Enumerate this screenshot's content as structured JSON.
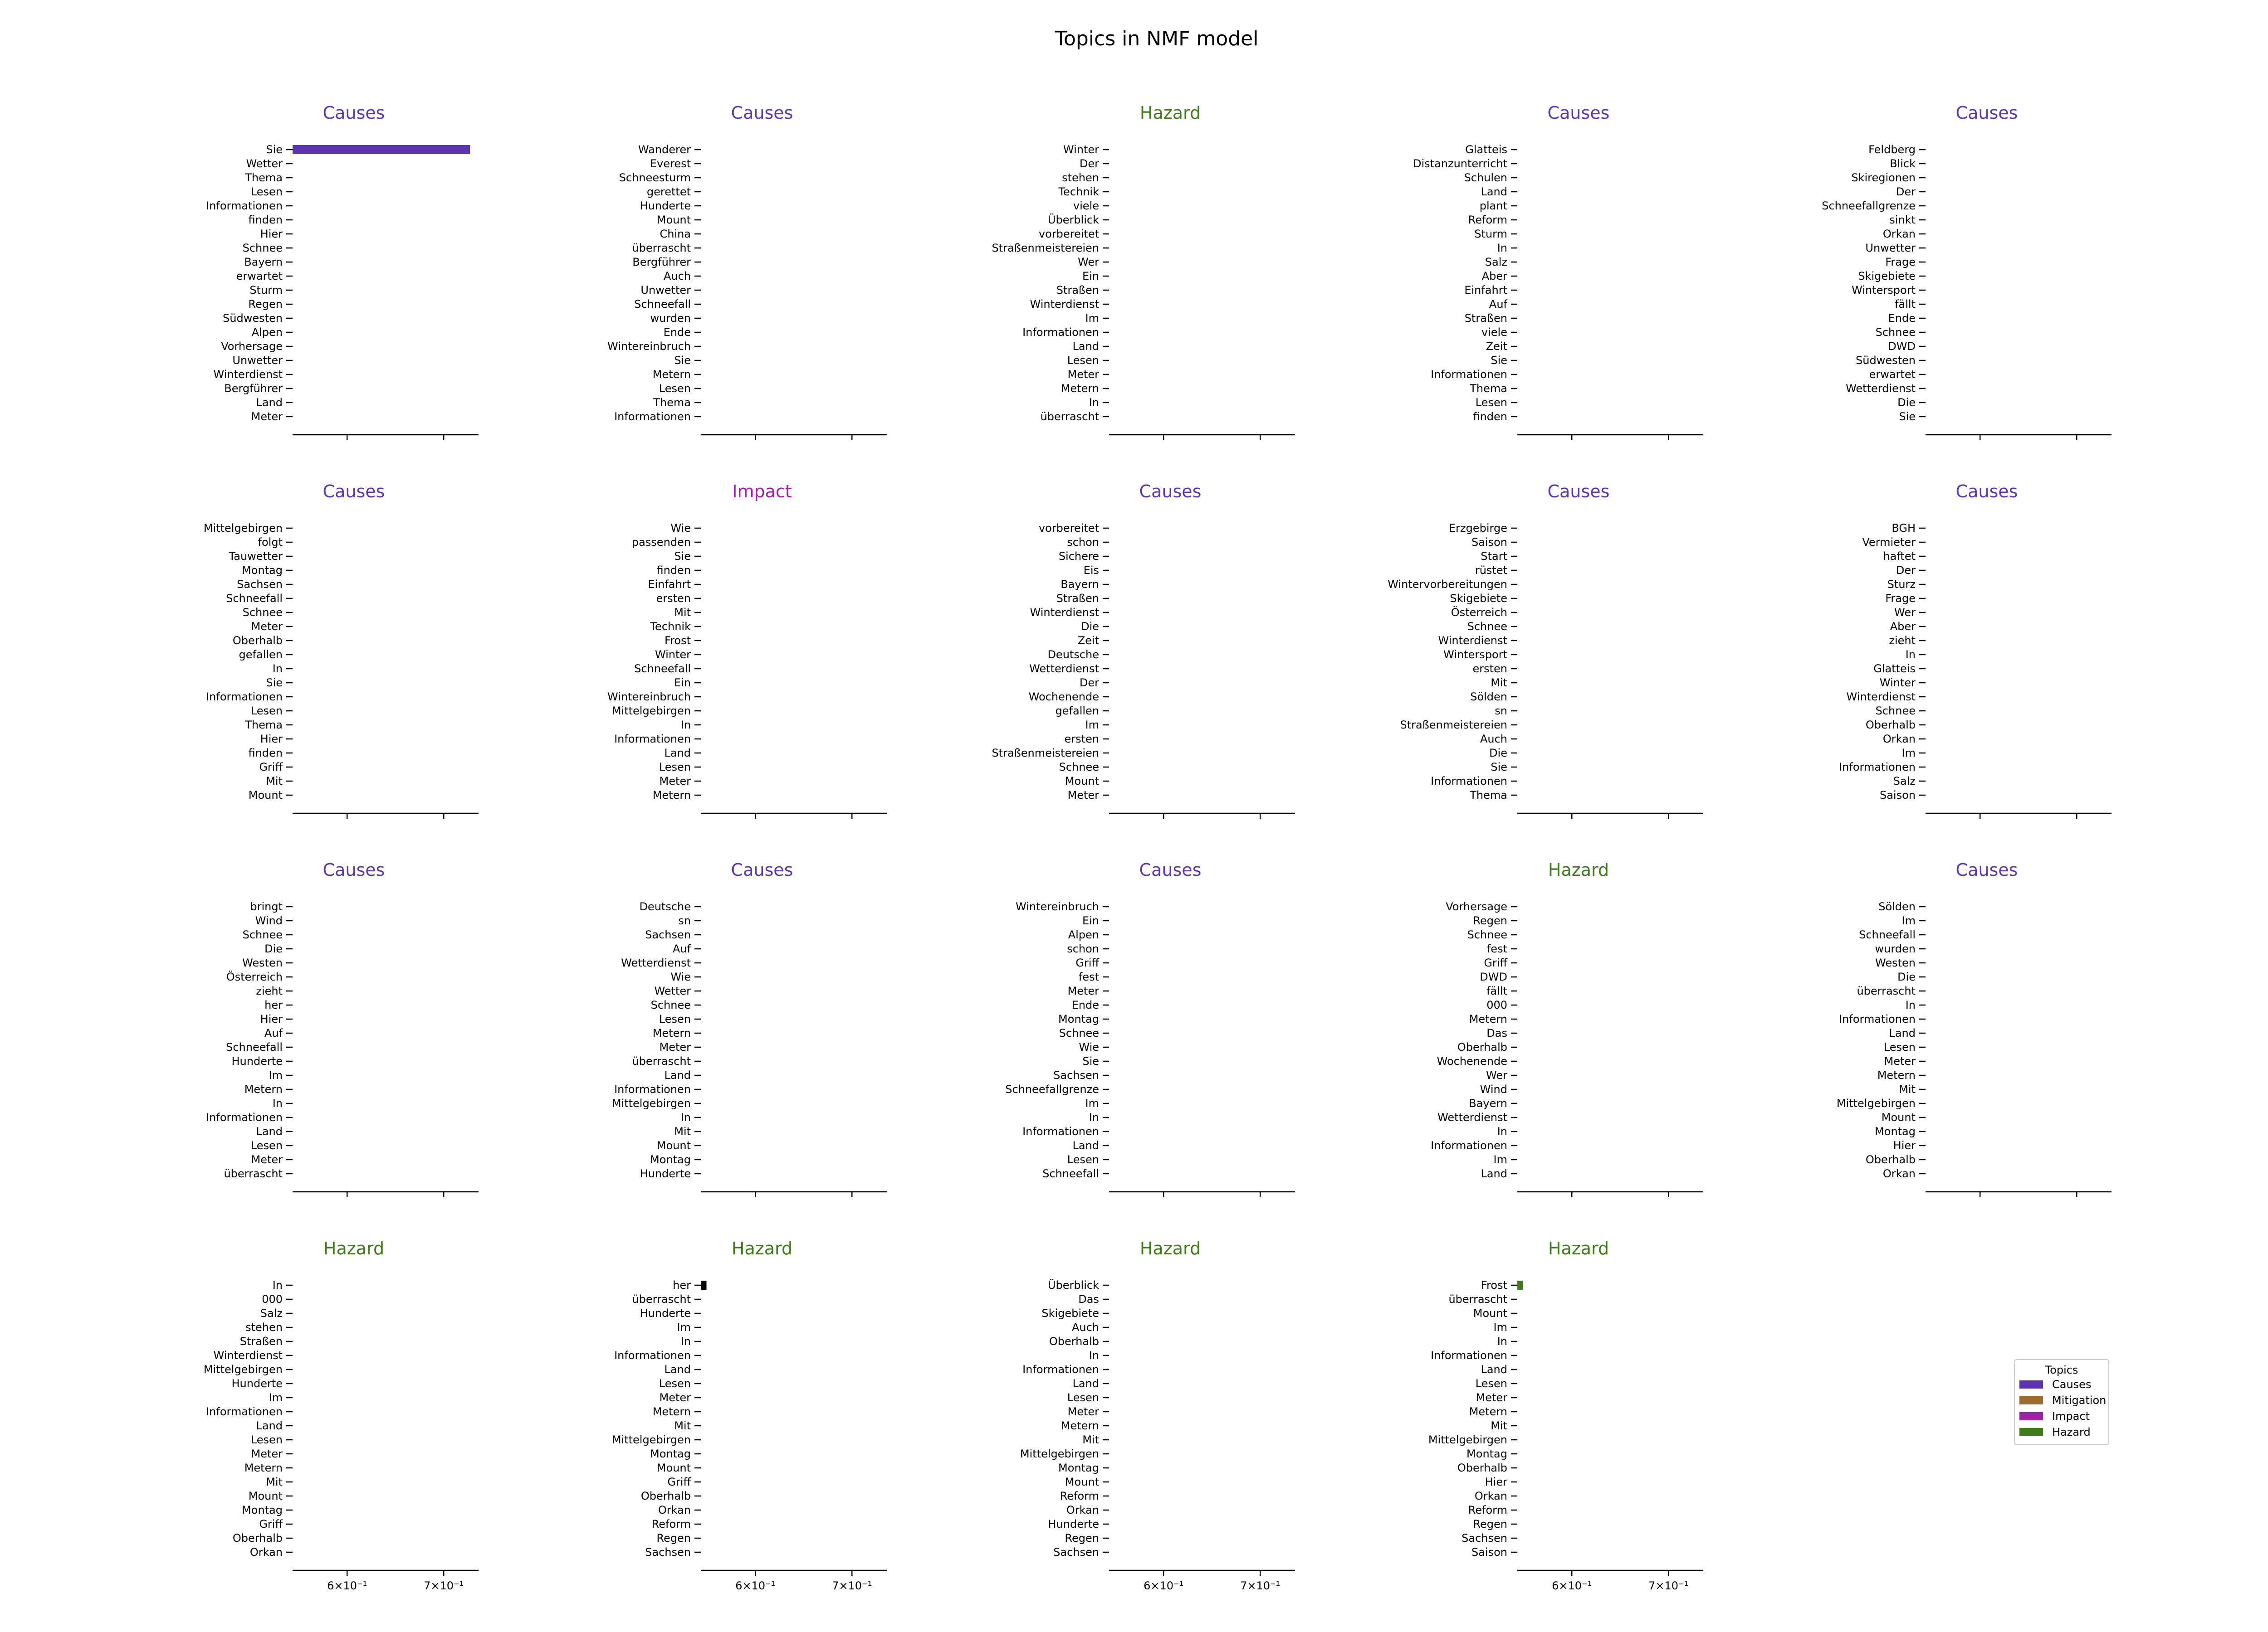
{
  "figure_title": "Topics in NMF model",
  "colors": {
    "Causes": "#5e35b1",
    "Mitigation": "#9c6b30",
    "Impact": "#a020a8",
    "Hazard": "#3f7a1c",
    "marker": "#000000"
  },
  "legend": {
    "title": "Topics",
    "items": [
      {
        "label": "Causes",
        "color": "#5e35b1"
      },
      {
        "label": "Mitigation",
        "color": "#9c6b30"
      },
      {
        "label": "Impact",
        "color": "#a020a8"
      },
      {
        "label": "Hazard",
        "color": "#3f7a1c"
      }
    ]
  },
  "chart_data": [
    {
      "type": "bar",
      "orientation": "horizontal",
      "title": "Causes",
      "category": "Causes",
      "xscale": "log",
      "xlim": [
        0.55,
        0.74
      ],
      "xtick_labels": [
        "6×10⁻¹",
        "7×10⁻¹"
      ],
      "show_xtick_labels": false,
      "categories": [
        "Sie",
        "Wetter",
        "Thema",
        "Lesen",
        "Informationen",
        "finden",
        "Hier",
        "Schnee",
        "Bayern",
        "erwartet",
        "Sturm",
        "Regen",
        "Südwesten",
        "Alpen",
        "Vorhersage",
        "Unwetter",
        "Winterdienst",
        "Bergführer",
        "Land",
        "Meter"
      ],
      "values": [
        0.73
      ],
      "bar_color": "#5e35b1"
    },
    {
      "type": "bar",
      "orientation": "horizontal",
      "title": "Causes",
      "category": "Causes",
      "xscale": "log",
      "xlim": [
        0.55,
        0.74
      ],
      "xtick_labels": [
        "6×10⁻¹",
        "7×10⁻¹"
      ],
      "show_xtick_labels": false,
      "categories": [
        "Wanderer",
        "Everest",
        "Schneesturm",
        "gerettet",
        "Hunderte",
        "Mount",
        "China",
        "überrascht",
        "Bergführer",
        "Auch",
        "Unwetter",
        "Schneefall",
        "wurden",
        "Ende",
        "Wintereinbruch",
        "Sie",
        "Metern",
        "Lesen",
        "Thema",
        "Informationen"
      ],
      "values": [],
      "bar_color": "#5e35b1"
    },
    {
      "type": "bar",
      "orientation": "horizontal",
      "title": "Hazard",
      "category": "Hazard",
      "xscale": "log",
      "xlim": [
        0.55,
        0.74
      ],
      "xtick_labels": [
        "6×10⁻¹",
        "7×10⁻¹"
      ],
      "show_xtick_labels": false,
      "categories": [
        "Winter",
        "Der",
        "stehen",
        "Technik",
        "viele",
        "Überblick",
        "vorbereitet",
        "Straßenmeistereien",
        "Wer",
        "Ein",
        "Straßen",
        "Winterdienst",
        "Im",
        "Informationen",
        "Land",
        "Lesen",
        "Meter",
        "Metern",
        "In",
        "überrascht"
      ],
      "values": [],
      "bar_color": "#3f7a1c"
    },
    {
      "type": "bar",
      "orientation": "horizontal",
      "title": "Causes",
      "category": "Causes",
      "xscale": "log",
      "xlim": [
        0.55,
        0.74
      ],
      "xtick_labels": [
        "6×10⁻¹",
        "7×10⁻¹"
      ],
      "show_xtick_labels": false,
      "categories": [
        "Glatteis",
        "Distanzunterricht",
        "Schulen",
        "Land",
        "plant",
        "Reform",
        "Sturm",
        "In",
        "Salz",
        "Aber",
        "Einfahrt",
        "Auf",
        "Straßen",
        "viele",
        "Zeit",
        "Sie",
        "Informationen",
        "Thema",
        "Lesen",
        "finden"
      ],
      "values": [],
      "bar_color": "#5e35b1"
    },
    {
      "type": "bar",
      "orientation": "horizontal",
      "title": "Causes",
      "category": "Causes",
      "xscale": "log",
      "xlim": [
        0.55,
        0.74
      ],
      "xtick_labels": [
        "6×10⁻¹",
        "7×10⁻¹"
      ],
      "show_xtick_labels": false,
      "categories": [
        "Feldberg",
        "Blick",
        "Skiregionen",
        "Der",
        "Schneefallgrenze",
        "sinkt",
        "Orkan",
        "Unwetter",
        "Frage",
        "Skigebiete",
        "Wintersport",
        "fällt",
        "Ende",
        "Schnee",
        "DWD",
        "Südwesten",
        "erwartet",
        "Wetterdienst",
        "Die",
        "Sie"
      ],
      "values": [],
      "bar_color": "#5e35b1"
    },
    {
      "type": "bar",
      "orientation": "horizontal",
      "title": "Causes",
      "category": "Causes",
      "xscale": "log",
      "xlim": [
        0.55,
        0.74
      ],
      "xtick_labels": [
        "6×10⁻¹",
        "7×10⁻¹"
      ],
      "show_xtick_labels": false,
      "categories": [
        "Mittelgebirgen",
        "folgt",
        "Tauwetter",
        "Montag",
        "Sachsen",
        "Schneefall",
        "Schnee",
        "Meter",
        "Oberhalb",
        "gefallen",
        "In",
        "Sie",
        "Informationen",
        "Lesen",
        "Thema",
        "Hier",
        "finden",
        "Griff",
        "Mit",
        "Mount"
      ],
      "values": [],
      "bar_color": "#5e35b1"
    },
    {
      "type": "bar",
      "orientation": "horizontal",
      "title": "Impact",
      "category": "Impact",
      "xscale": "log",
      "xlim": [
        0.55,
        0.74
      ],
      "xtick_labels": [
        "6×10⁻¹",
        "7×10⁻¹"
      ],
      "show_xtick_labels": false,
      "categories": [
        "Wie",
        "passenden",
        "Sie",
        "finden",
        "Einfahrt",
        "ersten",
        "Mit",
        "Technik",
        "Frost",
        "Winter",
        "Schneefall",
        "Ein",
        "Wintereinbruch",
        "Mittelgebirgen",
        "In",
        "Informationen",
        "Land",
        "Lesen",
        "Meter",
        "Metern"
      ],
      "values": [],
      "bar_color": "#a020a8"
    },
    {
      "type": "bar",
      "orientation": "horizontal",
      "title": "Causes",
      "category": "Causes",
      "xscale": "log",
      "xlim": [
        0.55,
        0.74
      ],
      "xtick_labels": [
        "6×10⁻¹",
        "7×10⁻¹"
      ],
      "show_xtick_labels": false,
      "categories": [
        "vorbereitet",
        "schon",
        "Sichere",
        "Eis",
        "Bayern",
        "Straßen",
        "Winterdienst",
        "Die",
        "Zeit",
        "Deutsche",
        "Wetterdienst",
        "Der",
        "Wochenende",
        "gefallen",
        "Im",
        "ersten",
        "Straßenmeistereien",
        "Schnee",
        "Mount",
        "Meter"
      ],
      "values": [],
      "bar_color": "#5e35b1"
    },
    {
      "type": "bar",
      "orientation": "horizontal",
      "title": "Causes",
      "category": "Causes",
      "xscale": "log",
      "xlim": [
        0.55,
        0.74
      ],
      "xtick_labels": [
        "6×10⁻¹",
        "7×10⁻¹"
      ],
      "show_xtick_labels": false,
      "categories": [
        "Erzgebirge",
        "Saison",
        "Start",
        "rüstet",
        "Wintervorbereitungen",
        "Skigebiete",
        "Österreich",
        "Schnee",
        "Winterdienst",
        "Wintersport",
        "ersten",
        "Mit",
        "Sölden",
        "sn",
        "Straßenmeistereien",
        "Auch",
        "Die",
        "Sie",
        "Informationen",
        "Thema"
      ],
      "values": [],
      "bar_color": "#5e35b1"
    },
    {
      "type": "bar",
      "orientation": "horizontal",
      "title": "Causes",
      "category": "Causes",
      "xscale": "log",
      "xlim": [
        0.55,
        0.74
      ],
      "xtick_labels": [
        "6×10⁻¹",
        "7×10⁻¹"
      ],
      "show_xtick_labels": false,
      "categories": [
        "BGH",
        "Vermieter",
        "haftet",
        "Der",
        "Sturz",
        "Frage",
        "Wer",
        "Aber",
        "zieht",
        "In",
        "Glatteis",
        "Winter",
        "Winterdienst",
        "Schnee",
        "Oberhalb",
        "Orkan",
        "Im",
        "Informationen",
        "Salz",
        "Saison"
      ],
      "values": [],
      "bar_color": "#5e35b1"
    },
    {
      "type": "bar",
      "orientation": "horizontal",
      "title": "Causes",
      "category": "Causes",
      "xscale": "log",
      "xlim": [
        0.55,
        0.74
      ],
      "xtick_labels": [
        "6×10⁻¹",
        "7×10⁻¹"
      ],
      "show_xtick_labels": false,
      "categories": [
        "bringt",
        "Wind",
        "Schnee",
        "Die",
        "Westen",
        "Österreich",
        "zieht",
        "her",
        "Hier",
        "Auf",
        "Schneefall",
        "Hunderte",
        "Im",
        "Metern",
        "In",
        "Informationen",
        "Land",
        "Lesen",
        "Meter",
        "überrascht"
      ],
      "values": [],
      "bar_color": "#5e35b1"
    },
    {
      "type": "bar",
      "orientation": "horizontal",
      "title": "Causes",
      "category": "Causes",
      "xscale": "log",
      "xlim": [
        0.55,
        0.74
      ],
      "xtick_labels": [
        "6×10⁻¹",
        "7×10⁻¹"
      ],
      "show_xtick_labels": false,
      "categories": [
        "Deutsche",
        "sn",
        "Sachsen",
        "Auf",
        "Wetterdienst",
        "Wie",
        "Wetter",
        "Schnee",
        "Lesen",
        "Metern",
        "Meter",
        "überrascht",
        "Land",
        "Informationen",
        "Mittelgebirgen",
        "In",
        "Mit",
        "Mount",
        "Montag",
        "Hunderte"
      ],
      "values": [],
      "bar_color": "#5e35b1"
    },
    {
      "type": "bar",
      "orientation": "horizontal",
      "title": "Causes",
      "category": "Causes",
      "xscale": "log",
      "xlim": [
        0.55,
        0.74
      ],
      "xtick_labels": [
        "6×10⁻¹",
        "7×10⁻¹"
      ],
      "show_xtick_labels": false,
      "categories": [
        "Wintereinbruch",
        "Ein",
        "Alpen",
        "schon",
        "Griff",
        "fest",
        "Meter",
        "Ende",
        "Montag",
        "Schnee",
        "Wie",
        "Sie",
        "Sachsen",
        "Schneefallgrenze",
        "Im",
        "In",
        "Informationen",
        "Land",
        "Lesen",
        "Schneefall"
      ],
      "values": [],
      "bar_color": "#5e35b1"
    },
    {
      "type": "bar",
      "orientation": "horizontal",
      "title": "Hazard",
      "category": "Hazard",
      "xscale": "log",
      "xlim": [
        0.55,
        0.74
      ],
      "xtick_labels": [
        "6×10⁻¹",
        "7×10⁻¹"
      ],
      "show_xtick_labels": false,
      "categories": [
        "Vorhersage",
        "Regen",
        "Schnee",
        "fest",
        "Griff",
        "DWD",
        "fällt",
        "000",
        "Metern",
        "Das",
        "Oberhalb",
        "Wochenende",
        "Wer",
        "Wind",
        "Bayern",
        "Wetterdienst",
        "In",
        "Informationen",
        "Im",
        "Land"
      ],
      "values": [],
      "bar_color": "#3f7a1c"
    },
    {
      "type": "bar",
      "orientation": "horizontal",
      "title": "Causes",
      "category": "Causes",
      "xscale": "log",
      "xlim": [
        0.55,
        0.74
      ],
      "xtick_labels": [
        "6×10⁻¹",
        "7×10⁻¹"
      ],
      "show_xtick_labels": false,
      "categories": [
        "Sölden",
        "Im",
        "Schneefall",
        "wurden",
        "Westen",
        "Die",
        "überrascht",
        "In",
        "Informationen",
        "Land",
        "Lesen",
        "Meter",
        "Metern",
        "Mit",
        "Mittelgebirgen",
        "Mount",
        "Montag",
        "Hier",
        "Oberhalb",
        "Orkan"
      ],
      "values": [],
      "bar_color": "#5e35b1"
    },
    {
      "type": "bar",
      "orientation": "horizontal",
      "title": "Hazard",
      "category": "Hazard",
      "xscale": "log",
      "xlim": [
        0.55,
        0.74
      ],
      "xtick_labels": [
        "6×10⁻¹",
        "7×10⁻¹"
      ],
      "show_xtick_labels": true,
      "categories": [
        "In",
        "000",
        "Salz",
        "stehen",
        "Straßen",
        "Winterdienst",
        "Mittelgebirgen",
        "Hunderte",
        "Im",
        "Informationen",
        "Land",
        "Lesen",
        "Meter",
        "Metern",
        "Mit",
        "Mount",
        "Montag",
        "Griff",
        "Oberhalb",
        "Orkan"
      ],
      "values": [],
      "bar_color": "#3f7a1c"
    },
    {
      "type": "bar",
      "orientation": "horizontal",
      "title": "Hazard",
      "category": "Hazard",
      "xscale": "log",
      "xlim": [
        0.55,
        0.74
      ],
      "xtick_labels": [
        "6×10⁻¹",
        "7×10⁻¹"
      ],
      "show_xtick_labels": true,
      "categories": [
        "her",
        "überrascht",
        "Hunderte",
        "Im",
        "In",
        "Informationen",
        "Land",
        "Lesen",
        "Meter",
        "Metern",
        "Mit",
        "Mittelgebirgen",
        "Montag",
        "Mount",
        "Griff",
        "Oberhalb",
        "Orkan",
        "Reform",
        "Regen",
        "Sachsen"
      ],
      "values": [
        0.555
      ],
      "bar_color": "#000000"
    },
    {
      "type": "bar",
      "orientation": "horizontal",
      "title": "Hazard",
      "category": "Hazard",
      "xscale": "log",
      "xlim": [
        0.55,
        0.74
      ],
      "xtick_labels": [
        "6×10⁻¹",
        "7×10⁻¹"
      ],
      "show_xtick_labels": true,
      "categories": [
        "Überblick",
        "Das",
        "Skigebiete",
        "Auch",
        "Oberhalb",
        "In",
        "Informationen",
        "Land",
        "Lesen",
        "Meter",
        "Metern",
        "Mit",
        "Mittelgebirgen",
        "Montag",
        "Mount",
        "Reform",
        "Orkan",
        "Hunderte",
        "Regen",
        "Sachsen"
      ],
      "values": [],
      "bar_color": "#3f7a1c"
    },
    {
      "type": "bar",
      "orientation": "horizontal",
      "title": "Hazard",
      "category": "Hazard",
      "xscale": "log",
      "xlim": [
        0.55,
        0.74
      ],
      "xtick_labels": [
        "6×10⁻¹",
        "7×10⁻¹"
      ],
      "show_xtick_labels": true,
      "categories": [
        "Frost",
        "überrascht",
        "Mount",
        "Im",
        "In",
        "Informationen",
        "Land",
        "Lesen",
        "Meter",
        "Metern",
        "Mit",
        "Mittelgebirgen",
        "Montag",
        "Oberhalb",
        "Hier",
        "Orkan",
        "Reform",
        "Regen",
        "Sachsen",
        "Saison"
      ],
      "values": [
        0.555
      ],
      "bar_color": "#3f7a1c"
    }
  ]
}
